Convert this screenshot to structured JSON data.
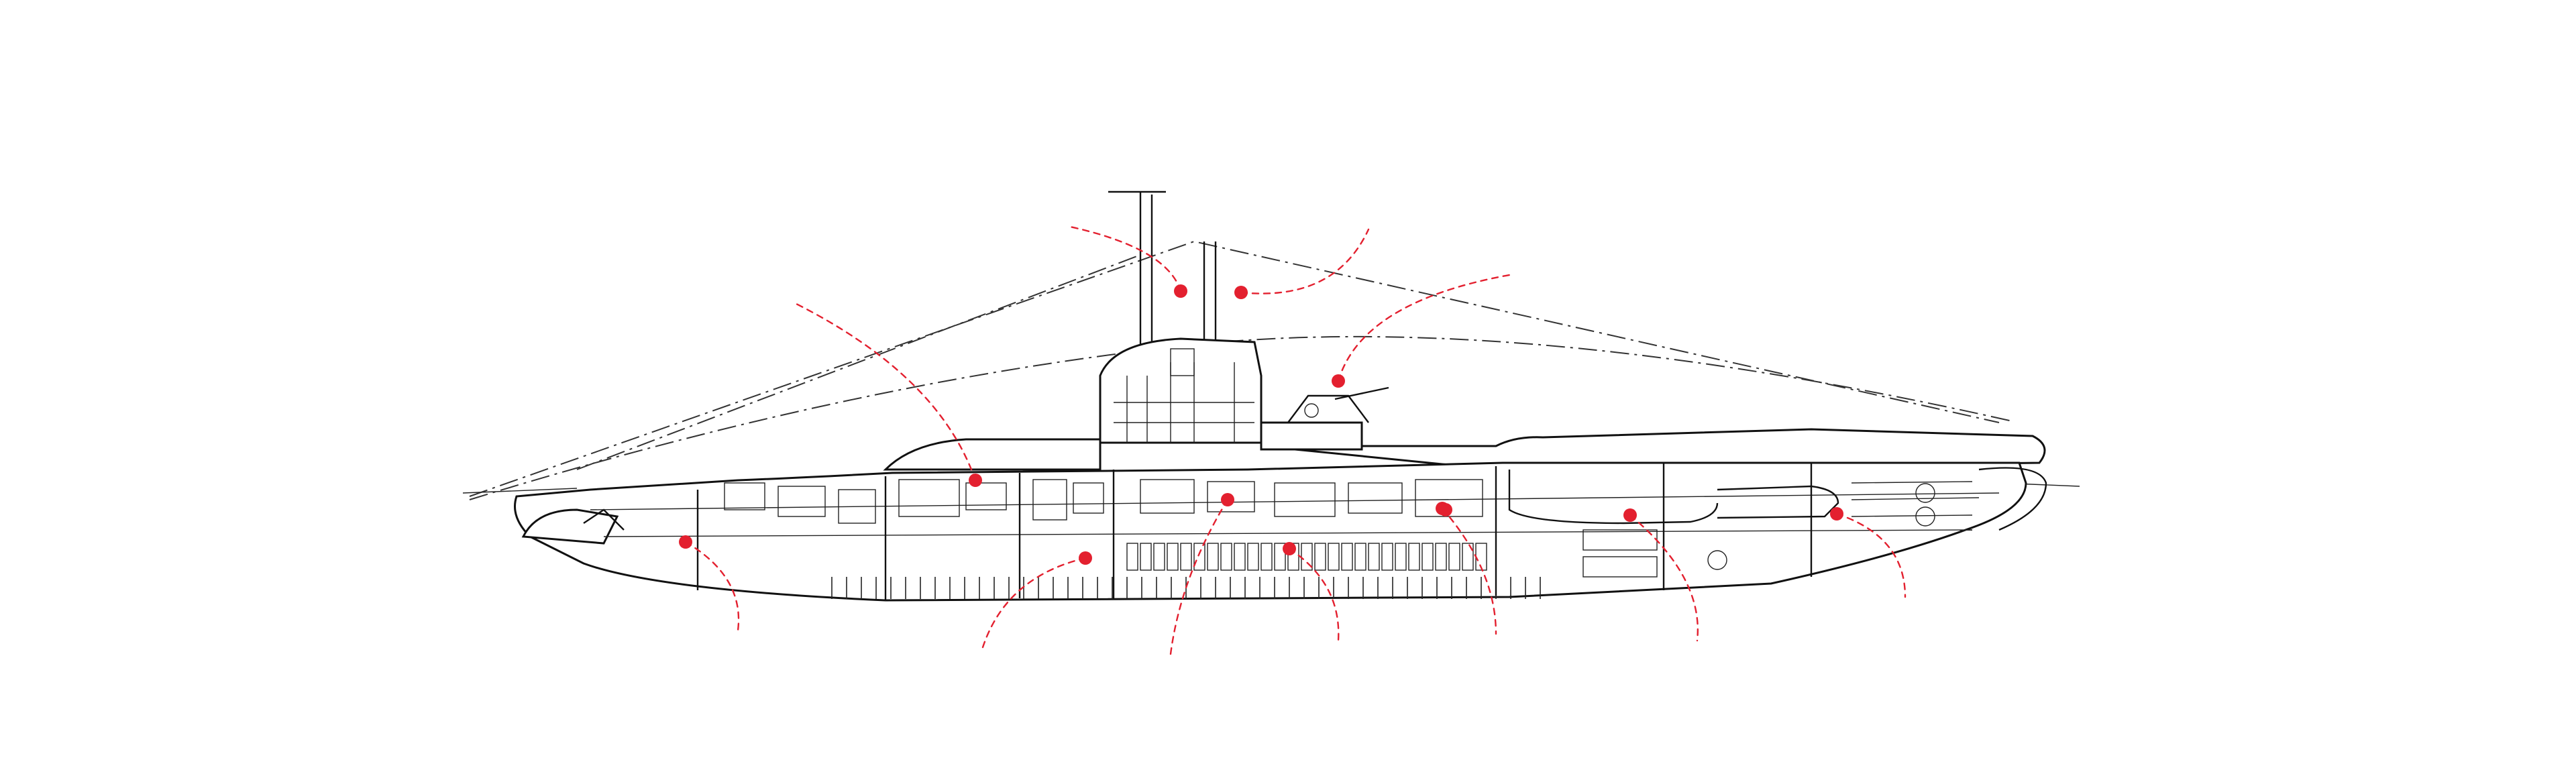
{
  "diagram": {
    "subject": "submarine-cutaway-side-elevation",
    "colors": {
      "line": "#111111",
      "background": "#ffffff",
      "hotspot": "#e3202f",
      "leader": "#e3202f"
    },
    "hotspots": [
      {
        "id": "aft-torpedo-room"
      },
      {
        "id": "diesel-engine-room"
      },
      {
        "id": "aft-battery"
      },
      {
        "id": "control-room-aft"
      },
      {
        "id": "periscope"
      },
      {
        "id": "snorkel-mast"
      },
      {
        "id": "deck-gun"
      },
      {
        "id": "control-room"
      },
      {
        "id": "central-ballast"
      },
      {
        "id": "officers-quarters"
      },
      {
        "id": "forward-battery"
      },
      {
        "id": "forward-torpedo-room"
      }
    ]
  }
}
